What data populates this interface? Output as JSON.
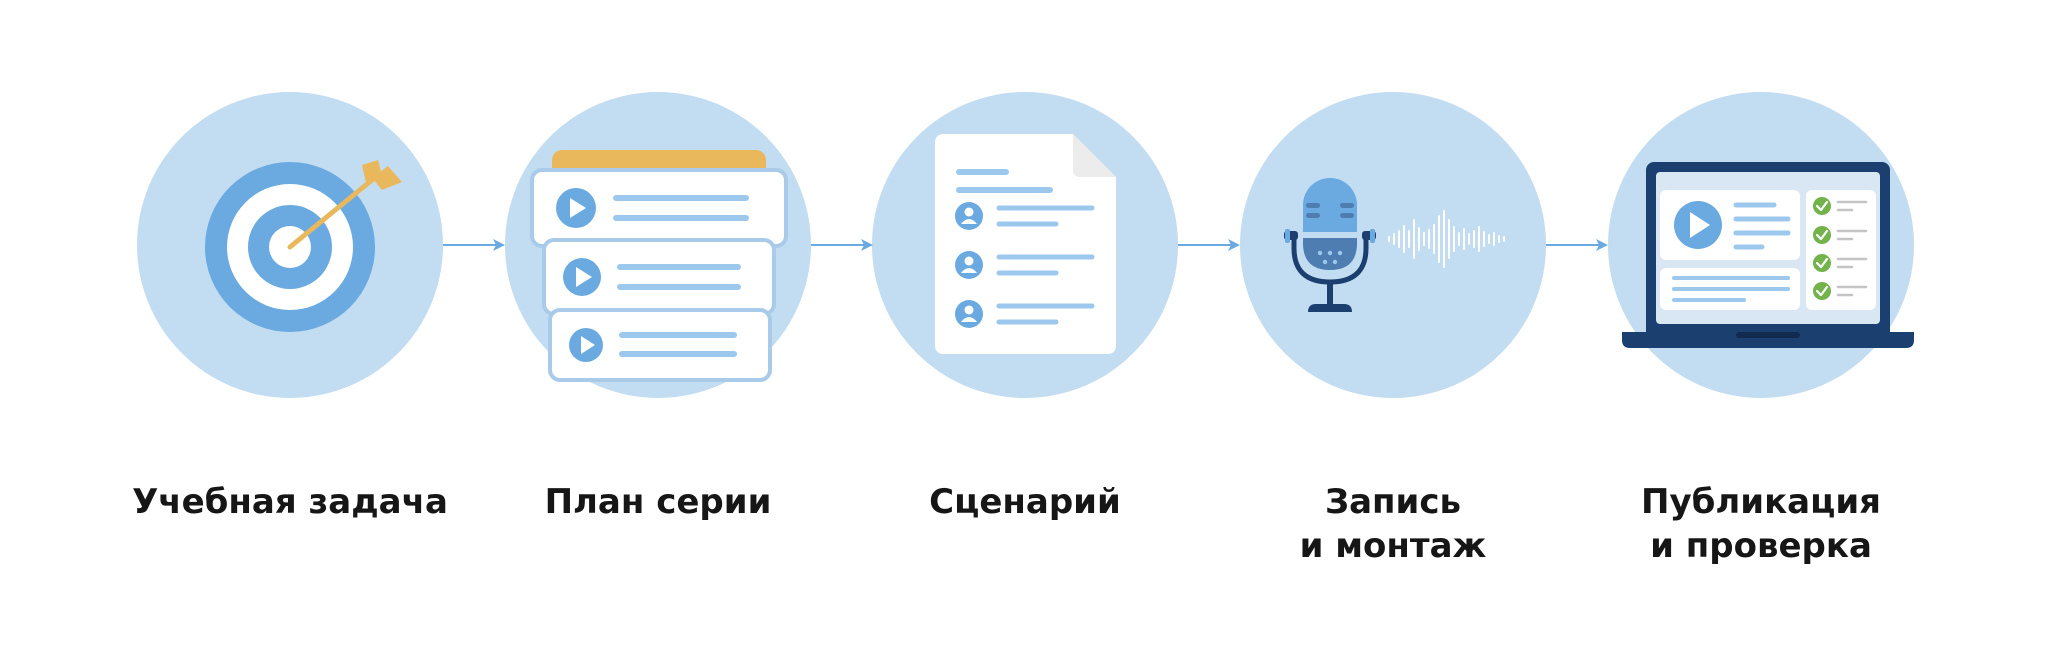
{
  "steps": [
    {
      "line1": "Учебная задача",
      "line2": "",
      "icon": "target-arrow-icon"
    },
    {
      "line1": "План серии",
      "line2": "",
      "icon": "video-plan-cards-icon"
    },
    {
      "line1": "Сценарий",
      "line2": "",
      "icon": "script-document-icon"
    },
    {
      "line1": "Запись",
      "line2": "и монтаж",
      "icon": "microphone-soundwave-icon"
    },
    {
      "line1": "Публикация",
      "line2": "и проверка",
      "icon": "laptop-checklist-icon"
    }
  ],
  "colors": {
    "circle": "#c2dcf2",
    "accent_blue": "#6aaae0",
    "light_blue_line": "#9dc8ee",
    "dark_navy": "#1b3f6e",
    "mic_body": "#4e7db2",
    "gold": "#eab85c",
    "check_green": "#74b34c",
    "label_text": "#161616"
  }
}
